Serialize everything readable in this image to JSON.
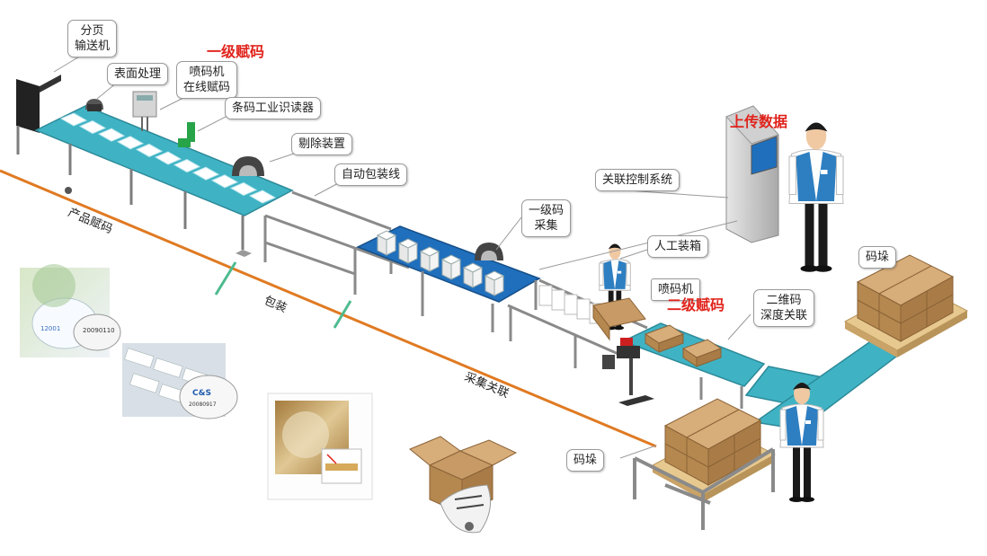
{
  "colors": {
    "belt_teal": "#3fb3c4",
    "belt_blue": "#1f6fbd",
    "highlight_red": "#e0231b",
    "line_orange": "#e07a22",
    "box_brown": "#c79a66",
    "frame_gray": "#7d7d7d",
    "vest_blue": "#2e7fc1"
  },
  "title_red": {
    "level1": "一级赋码",
    "level2": "二级赋码",
    "upload": "上传数据"
  },
  "callouts": {
    "pager": "分页\n输送机",
    "surface": "表面处理",
    "inkjet": "喷码机\n在线赋码",
    "reader": "条码工业识读器",
    "reject": "剔除装置",
    "auto_pack": "自动包装线",
    "control": "关联控制系统",
    "collect": "一级码\n采集",
    "manual_box": "人工装箱",
    "inkjet2": "喷码机",
    "qr_assoc": "二维码\n深度关联",
    "pallet1": "码垛",
    "pallet2": "码垛"
  },
  "axis_labels": {
    "product": "产品赋码",
    "packing": "包装",
    "gather": "采集关联"
  },
  "icons": [
    "person-icon",
    "server-icon",
    "printer-icon",
    "box-icon",
    "pallet-icon",
    "scanner-icon"
  ]
}
